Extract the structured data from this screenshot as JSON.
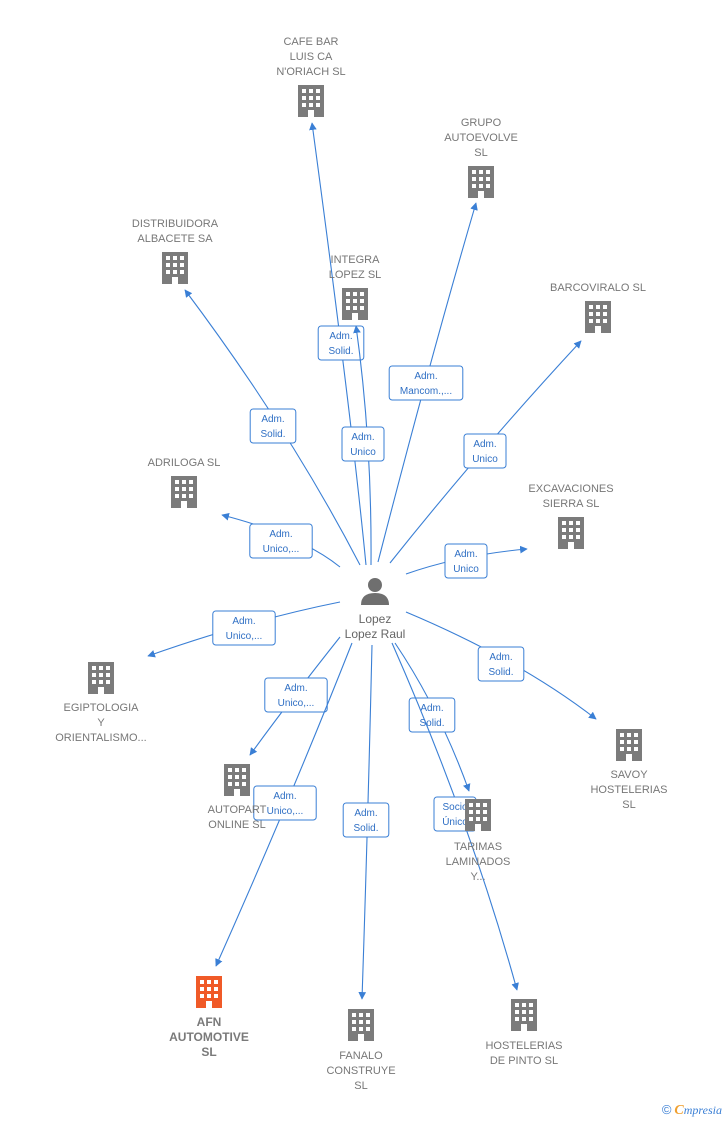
{
  "person": {
    "label_lines": [
      "Lopez",
      "Lopez Raul"
    ]
  },
  "companies": [
    {
      "id": "cafe-bar",
      "label_lines": [
        "CAFE BAR",
        "LUIS CA",
        "N'ORIACH SL"
      ],
      "highlight": false
    },
    {
      "id": "grupo-autoevolve",
      "label_lines": [
        "GRUPO",
        "AUTOEVOLVE",
        "SL"
      ],
      "highlight": false
    },
    {
      "id": "distribuidora-albacete",
      "label_lines": [
        "DISTRIBUIDORA",
        "ALBACETE SA"
      ],
      "highlight": false
    },
    {
      "id": "integra-lopez",
      "label_lines": [
        "INTEGRA",
        "LOPEZ SL"
      ],
      "highlight": false
    },
    {
      "id": "barcoviralo",
      "label_lines": [
        "BARCOVIRALO SL"
      ],
      "highlight": false
    },
    {
      "id": "adriloga",
      "label_lines": [
        "ADRILOGA  SL"
      ],
      "highlight": false
    },
    {
      "id": "excavaciones-sierra",
      "label_lines": [
        "EXCAVACIONES",
        "SIERRA SL"
      ],
      "highlight": false
    },
    {
      "id": "egiptologia",
      "label_lines": [
        "EGIPTOLOGIA",
        "Y",
        "ORIENTALISMO..."
      ],
      "highlight": false
    },
    {
      "id": "savoy-hostelerias",
      "label_lines": [
        "SAVOY",
        "HOSTELERIAS",
        "SL"
      ],
      "highlight": false
    },
    {
      "id": "autopart-online",
      "label_lines": [
        "AUTOPART",
        "ONLINE  SL"
      ],
      "highlight": false
    },
    {
      "id": "tarimas-laminados",
      "label_lines": [
        "TARIMAS",
        "LAMINADOS",
        "Y..."
      ],
      "highlight": false
    },
    {
      "id": "afn-automotive",
      "label_lines": [
        "AFN",
        "AUTOMOTIVE",
        "SL"
      ],
      "highlight": true
    },
    {
      "id": "fanalo-construye",
      "label_lines": [
        "FANALO",
        "CONSTRUYE",
        "SL"
      ],
      "highlight": false
    },
    {
      "id": "hostelerias-pinto",
      "label_lines": [
        "HOSTELERIAS",
        "DE PINTO SL"
      ],
      "highlight": false
    }
  ],
  "edges": [
    {
      "target": "cafe-bar",
      "label_lines": [
        "Adm.",
        "Solid."
      ]
    },
    {
      "target": "integra-lopez",
      "label_lines": [
        "Adm.",
        "Unico"
      ]
    },
    {
      "target": "grupo-autoevolve",
      "label_lines": [
        "Adm.",
        "Mancom.,..."
      ]
    },
    {
      "target": "distribuidora-albacete",
      "label_lines": [
        "Adm.",
        "Solid."
      ]
    },
    {
      "target": "barcoviralo",
      "label_lines": [
        "Adm.",
        "Unico"
      ]
    },
    {
      "target": "adriloga",
      "label_lines": [
        "Adm.",
        "Unico,..."
      ]
    },
    {
      "target": "excavaciones-sierra",
      "label_lines": [
        "Adm.",
        "Unico"
      ]
    },
    {
      "target": "egiptologia",
      "label_lines": [
        "Adm.",
        "Unico,..."
      ]
    },
    {
      "target": "savoy-hostelerias",
      "label_lines": [
        "Adm.",
        "Solid."
      ]
    },
    {
      "target": "autopart-online",
      "label_lines": [
        "Adm.",
        "Unico,..."
      ]
    },
    {
      "target": "tarimas-laminados",
      "label_lines": [
        "Adm.",
        "Solid."
      ]
    },
    {
      "target": "hostelerias-pinto",
      "label_lines": [
        "Socio",
        "Único"
      ]
    },
    {
      "target": "afn-automotive",
      "label_lines": [
        "Adm.",
        "Unico,..."
      ]
    },
    {
      "target": "fanalo-construye",
      "label_lines": [
        "Adm.",
        "Solid."
      ]
    }
  ],
  "colors": {
    "edge": "#3a7fd5",
    "building": "#7b7b7b",
    "building_highlight": "#f05a28"
  },
  "footer": {
    "copyright": "©",
    "brand_initial": "C",
    "brand_rest": "mpresia"
  }
}
